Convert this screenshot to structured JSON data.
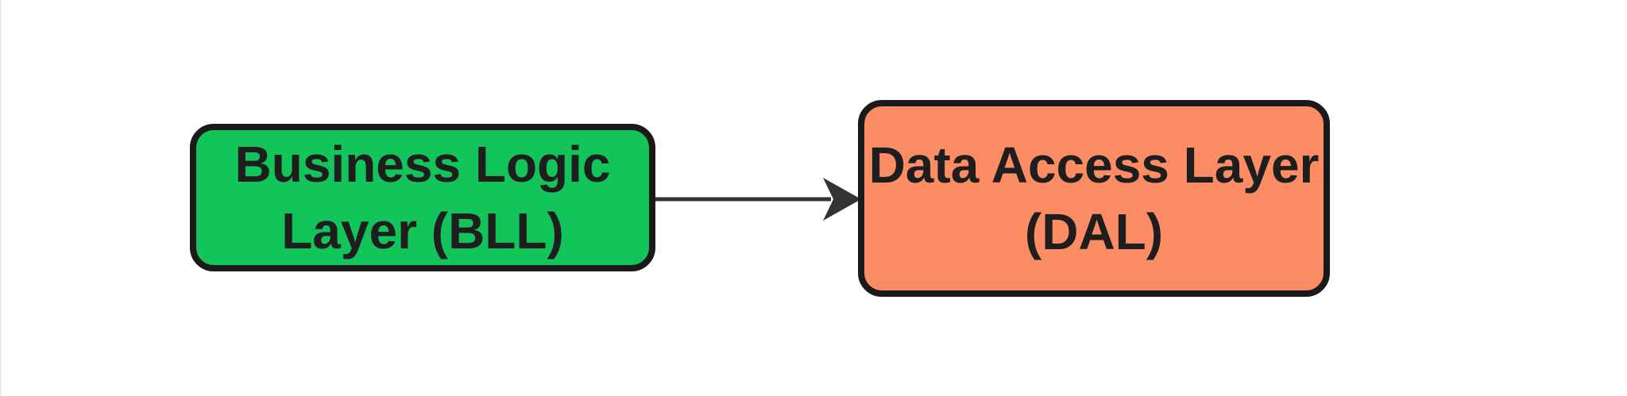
{
  "canvas": {
    "background": "#ffffff",
    "left_edge_line_color": "#ececec"
  },
  "diagram": {
    "nodes": [
      {
        "id": "bll",
        "line1": "Business Logic",
        "line2": "Layer (BLL)",
        "fill": "#12c45a",
        "border_color": "#1a1a1a",
        "text_color": "#1e1e1e"
      },
      {
        "id": "dal",
        "line1": "Data Access Layer",
        "line2": "(DAL)",
        "fill": "#fb8c64",
        "border_color": "#1a1a1a",
        "text_color": "#1e1e1e"
      }
    ],
    "edges": [
      {
        "from": "bll",
        "to": "dal",
        "direction": "right",
        "color": "#333333"
      }
    ]
  }
}
